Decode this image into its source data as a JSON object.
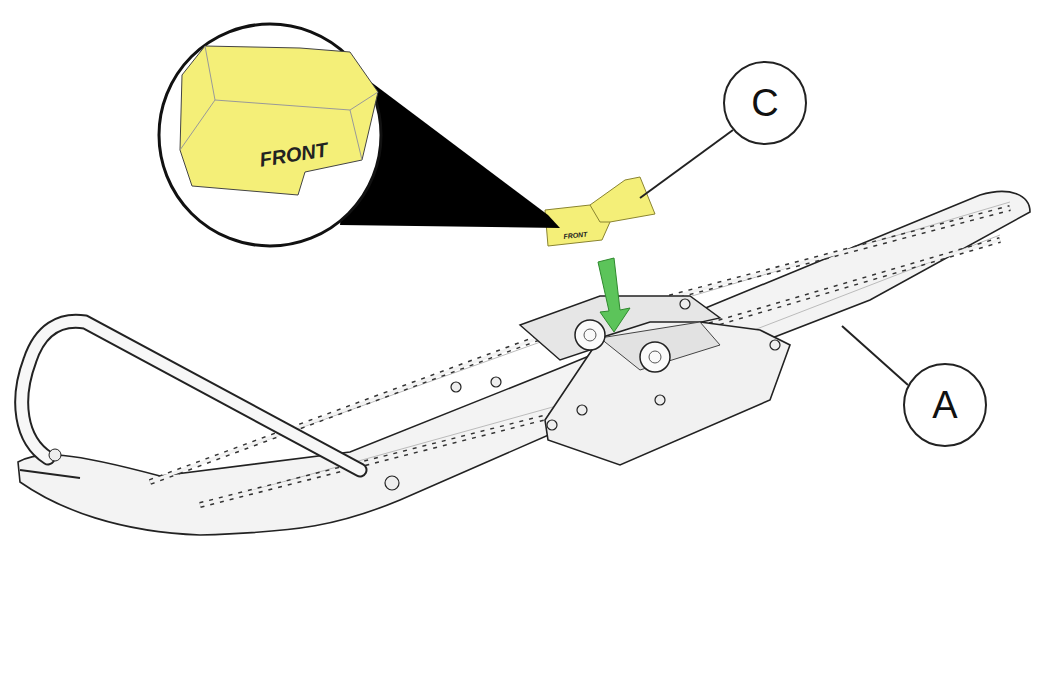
{
  "diagram": {
    "nodes": [
      {
        "text": [
          "C"
        ]
      },
      {
        "text": [
          "A"
        ]
      }
    ],
    "labels": [
      "FRONT",
      "FRONT"
    ]
  }
}
